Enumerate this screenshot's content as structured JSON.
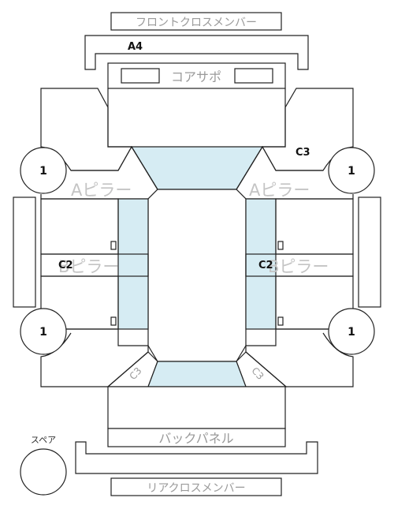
{
  "labels": {
    "front_cross_member": "フロントクロスメンバー",
    "core_support": "コアサポ",
    "a_pillar": "Aピラー",
    "b_pillar": "Bピラー",
    "back_panel": "バックパネル",
    "rear_cross_member": "リアクロスメンバー",
    "spare": "スペア"
  },
  "codes": {
    "a4": "A4",
    "c3": "C3",
    "c2": "C2",
    "c3_rotated": "C3"
  },
  "wheels": {
    "front_left": "1",
    "front_right": "1",
    "rear_left": "1",
    "rear_right": "1"
  },
  "colors": {
    "glass": "#d6ecf3",
    "outline": "#222222",
    "label_grey": "#9a9a9a"
  }
}
